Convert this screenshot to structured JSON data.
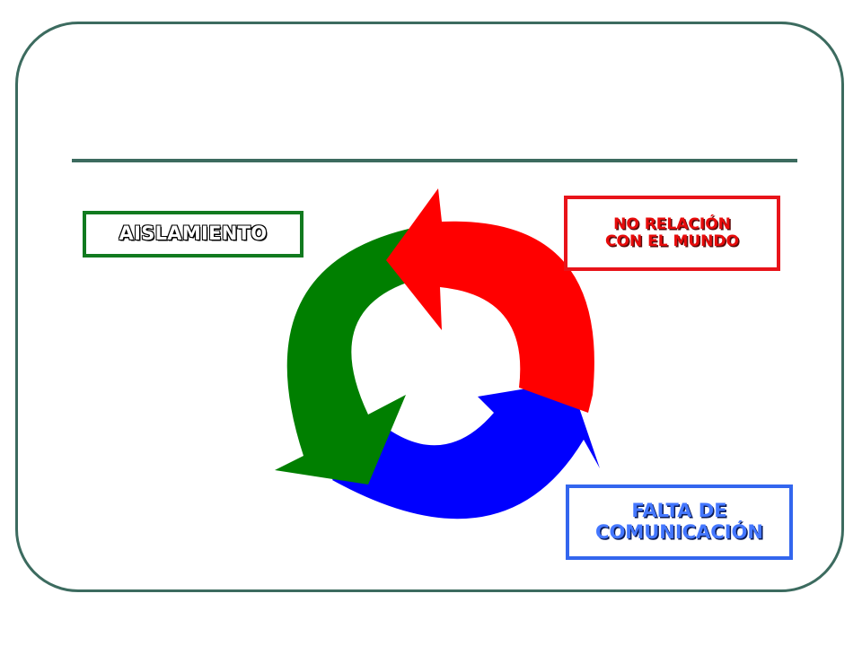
{
  "labels": {
    "aislamiento": "AISLAMIENTO",
    "no_relacion_line1": "NO RELACIÓN",
    "no_relacion_line2": "CON EL MUNDO",
    "falta_line1": "FALTA DE",
    "falta_line2": "COMUNICACIÓN"
  },
  "colors": {
    "frame": "#3c6b5f",
    "green": "#007f00",
    "red": "#ff0000",
    "blue": "#0000ff",
    "box_green": "#117a1f",
    "box_red": "#e8141a",
    "box_blue": "#3366ee"
  }
}
